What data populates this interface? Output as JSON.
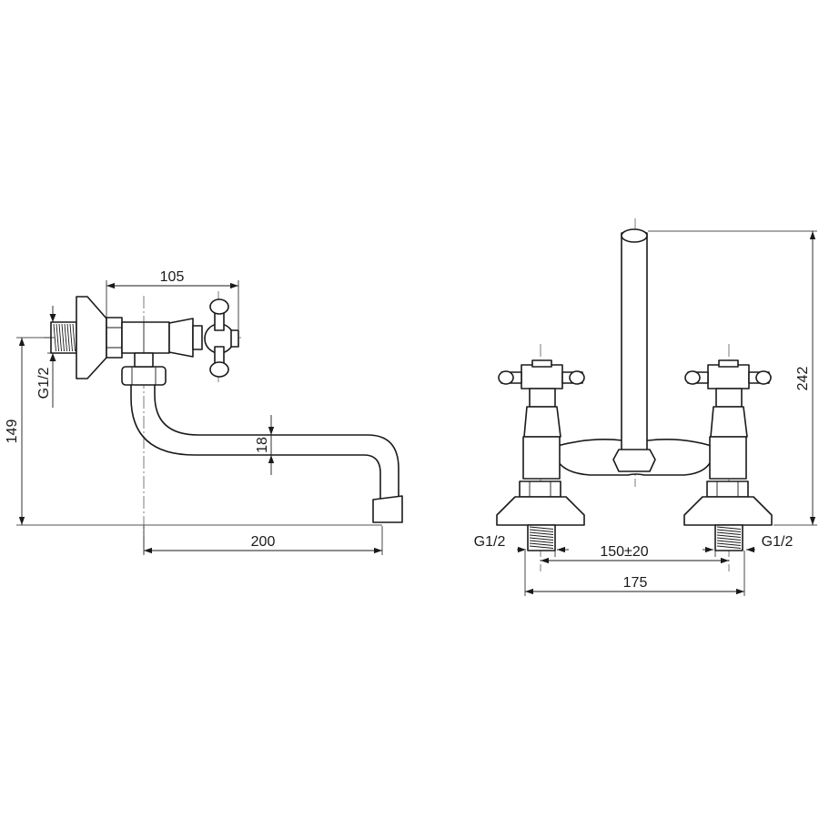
{
  "side_view": {
    "dim_top": "105",
    "dim_spout_dia": "18",
    "dim_height": "149",
    "dim_thread": "G1/2",
    "dim_length": "200"
  },
  "front_view": {
    "dim_height": "242",
    "dim_thread_left": "G1/2",
    "dim_thread_right": "G1/2",
    "dim_centers": "150±20",
    "dim_width": "175"
  },
  "colors": {
    "line": "#1a1a1a",
    "background": "#ffffff"
  }
}
